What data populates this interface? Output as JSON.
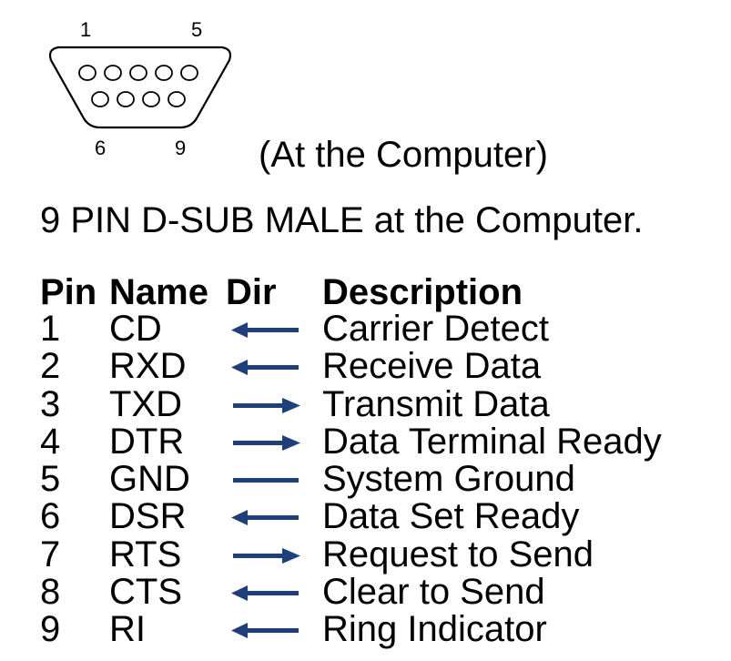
{
  "connector": {
    "label_pin1": "1",
    "label_pin5": "5",
    "label_pin6": "6",
    "label_pin9": "9",
    "icon": "db9-male-connector-icon"
  },
  "caption": "(At the Computer)",
  "subtitle": "9 PIN D-SUB MALE at the Computer.",
  "table": {
    "headers": {
      "pin": "Pin",
      "name": "Name",
      "dir": "Dir",
      "description": "Description"
    },
    "arrow_color": "#1f3f7a",
    "rows": [
      {
        "pin": "1",
        "name": "CD",
        "dir": "in",
        "description": "Carrier Detect"
      },
      {
        "pin": "2",
        "name": "RXD",
        "dir": "in",
        "description": "Receive Data"
      },
      {
        "pin": "3",
        "name": "TXD",
        "dir": "out",
        "description": "Transmit Data"
      },
      {
        "pin": "4",
        "name": "DTR",
        "dir": "out",
        "description": "Data Terminal Ready"
      },
      {
        "pin": "5",
        "name": "GND",
        "dir": "none",
        "description": "System Ground"
      },
      {
        "pin": "6",
        "name": "DSR",
        "dir": "in",
        "description": "Data Set Ready"
      },
      {
        "pin": "7",
        "name": "RTS",
        "dir": "out",
        "description": "Request to Send"
      },
      {
        "pin": "8",
        "name": "CTS",
        "dir": "in",
        "description": "Clear to Send"
      },
      {
        "pin": "9",
        "name": "RI",
        "dir": "in",
        "description": "Ring Indicator"
      }
    ]
  }
}
